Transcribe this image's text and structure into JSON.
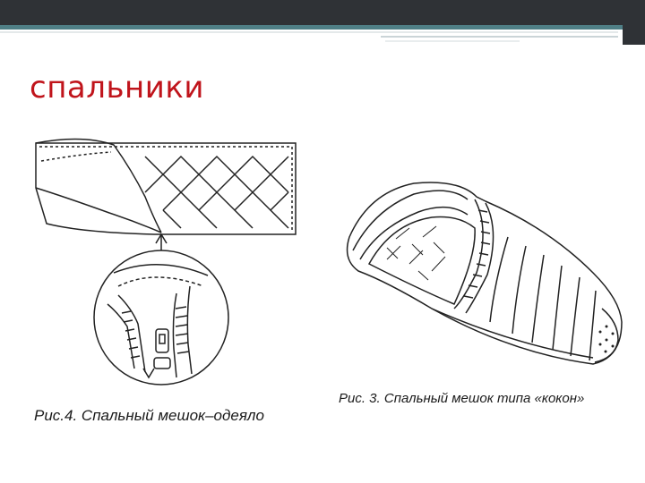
{
  "slide": {
    "title": "спальники"
  },
  "figures": {
    "left_caption": "Рис.4. Спальный мешок–одеяло",
    "right_caption": "Рис. 3. Спальный мешок типа «кокон»"
  },
  "colors": {
    "title": "#c0141b",
    "band_dark": "#2f3236",
    "band_teal": "#4f7f86"
  }
}
